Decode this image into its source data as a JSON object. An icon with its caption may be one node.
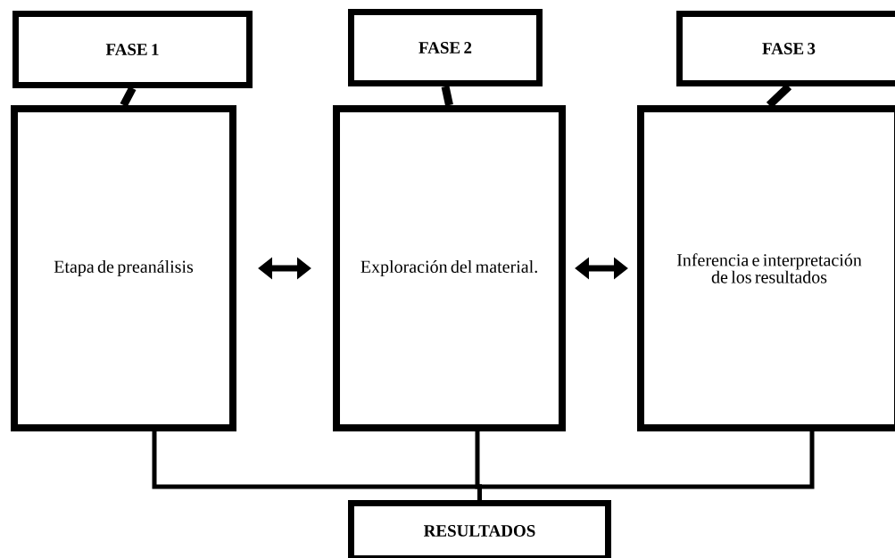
{
  "diagram": {
    "nodes": [
      {
        "text": [
          "FASE 1"
        ]
      },
      {
        "text": [
          "Etapa de preanálisis"
        ]
      },
      {
        "text": [
          "FASE 2"
        ]
      },
      {
        "text": [
          "Exploración del material."
        ]
      },
      {
        "text": [
          "FASE 3"
        ]
      },
      {
        "text": [
          "Inferencia e interpretación de los resultados"
        ]
      },
      {
        "text": [
          "RESULTADOS"
        ]
      }
    ],
    "edges": [
      {
        "from": 0,
        "to": 1,
        "arrow": "none"
      },
      {
        "from": 2,
        "to": 3,
        "arrow": "none"
      },
      {
        "from": 4,
        "to": 5,
        "arrow": "none"
      },
      {
        "from": 1,
        "to": 3,
        "arrow": "both"
      },
      {
        "from": 3,
        "to": 5,
        "arrow": "both"
      },
      {
        "from": 1,
        "to": 6,
        "arrow": "none"
      },
      {
        "from": 3,
        "to": 6,
        "arrow": "none"
      },
      {
        "from": 5,
        "to": 6,
        "arrow": "none"
      }
    ]
  }
}
